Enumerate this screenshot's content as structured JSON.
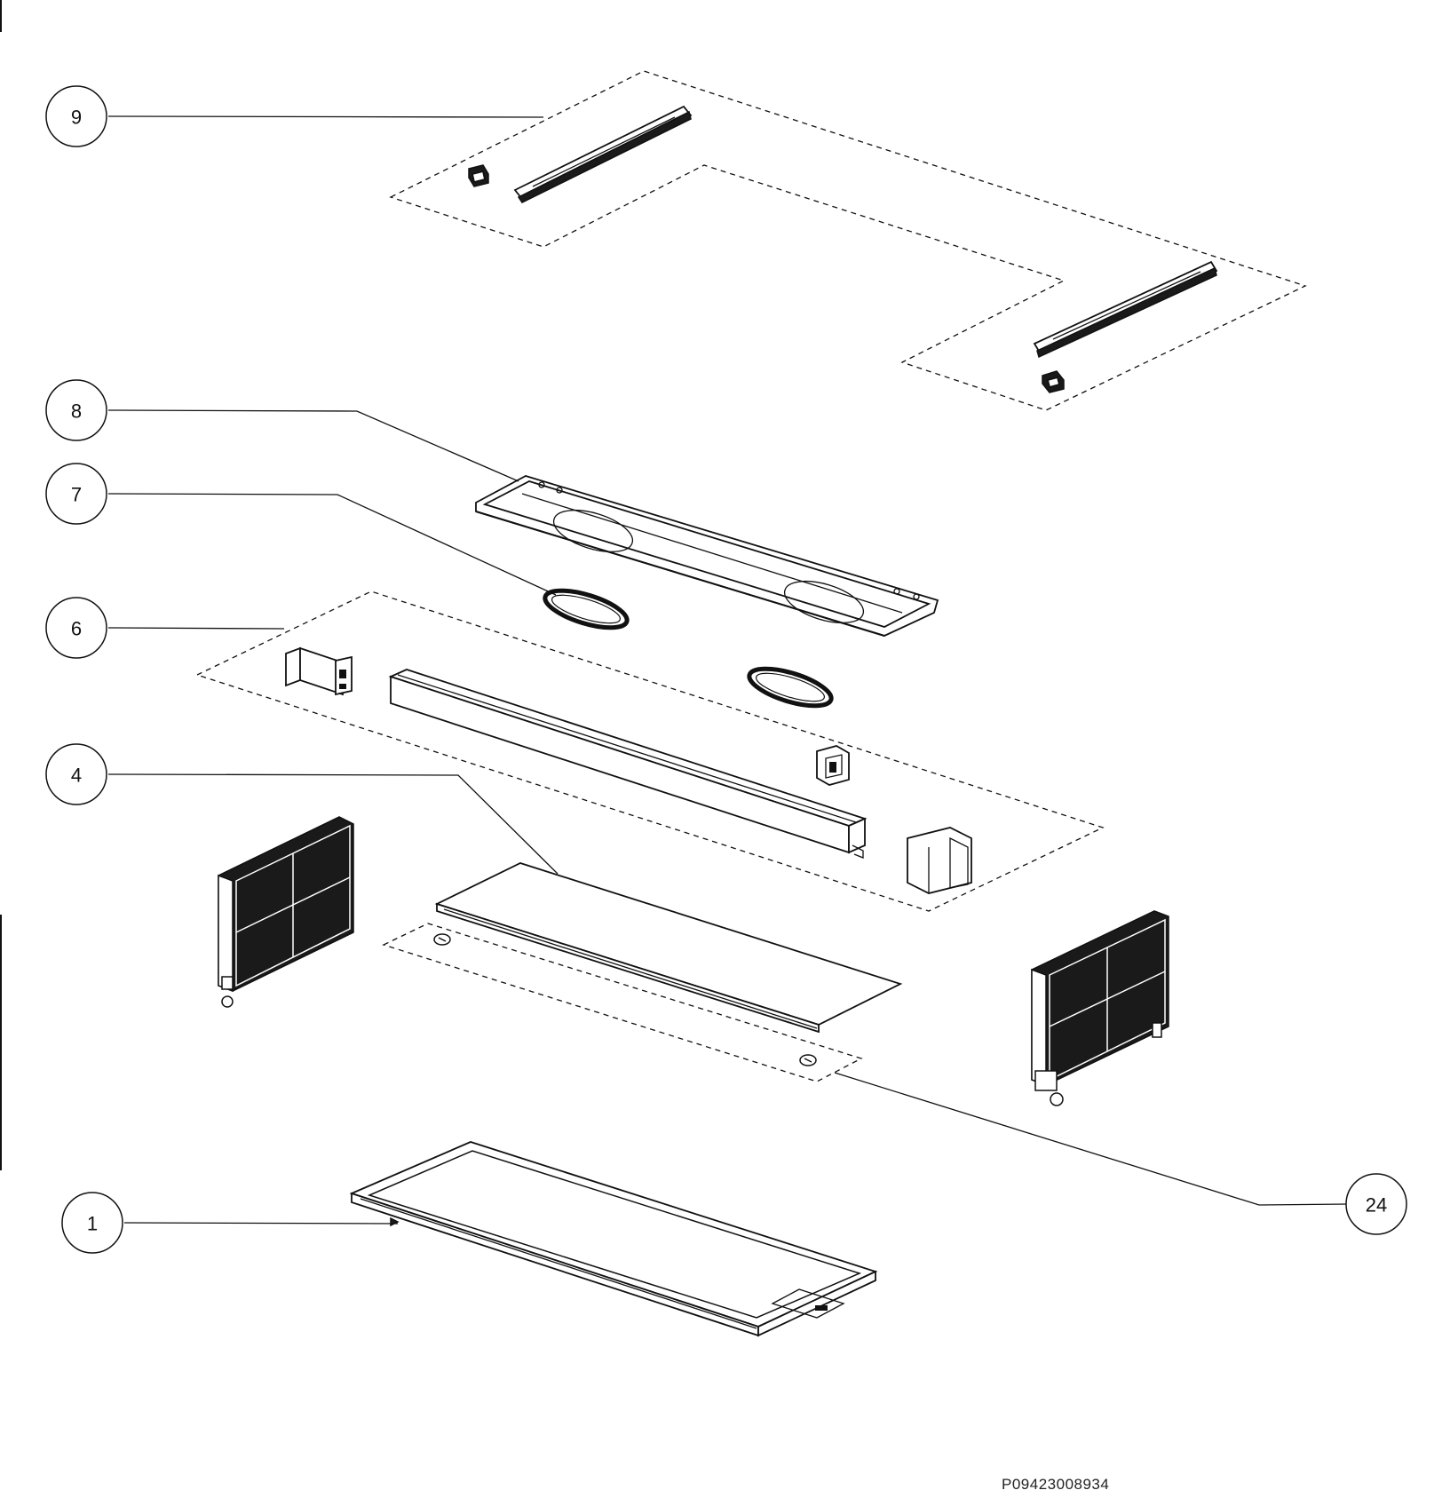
{
  "callouts": [
    {
      "id": "9",
      "label": "9"
    },
    {
      "id": "8",
      "label": "8"
    },
    {
      "id": "7",
      "label": "7"
    },
    {
      "id": "6",
      "label": "6"
    },
    {
      "id": "4",
      "label": "4"
    },
    {
      "id": "1",
      "label": "1"
    },
    {
      "id": "24",
      "label": "24"
    }
  ],
  "reference_code": "P09423008934"
}
